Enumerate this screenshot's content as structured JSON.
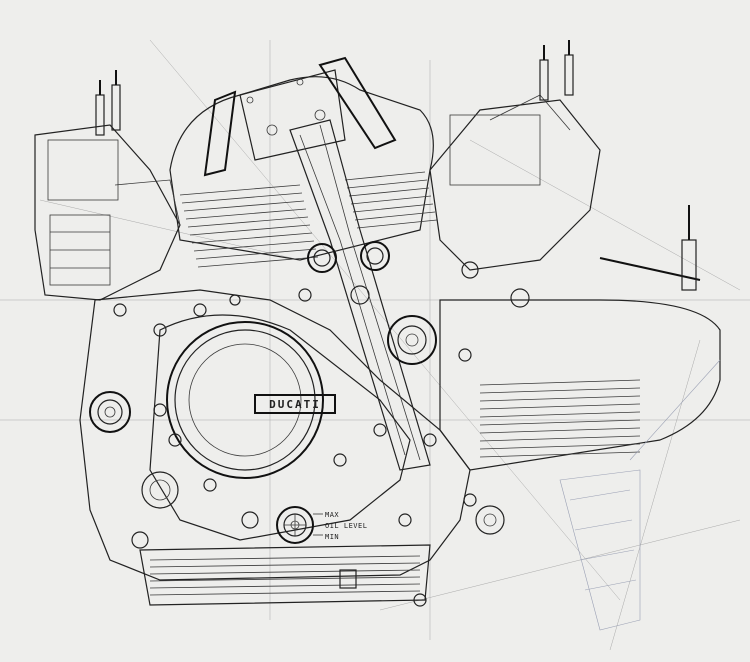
{
  "drawing": {
    "logo_text": "DUCATI",
    "oil_gauge": {
      "max_label": "MAX",
      "level_label": "OIL LEVEL",
      "min_label": "MIN"
    }
  },
  "colors": {
    "paper": "#eeeeec",
    "ink": "#222222",
    "construction_line": "#a9a9a9",
    "pencil_shading": "#9aa0b4"
  },
  "icons": [
    "spark-plug-icon",
    "carburetor-icon",
    "fin-bank-icon",
    "pulley-icon",
    "oil-sight-glass-icon"
  ]
}
